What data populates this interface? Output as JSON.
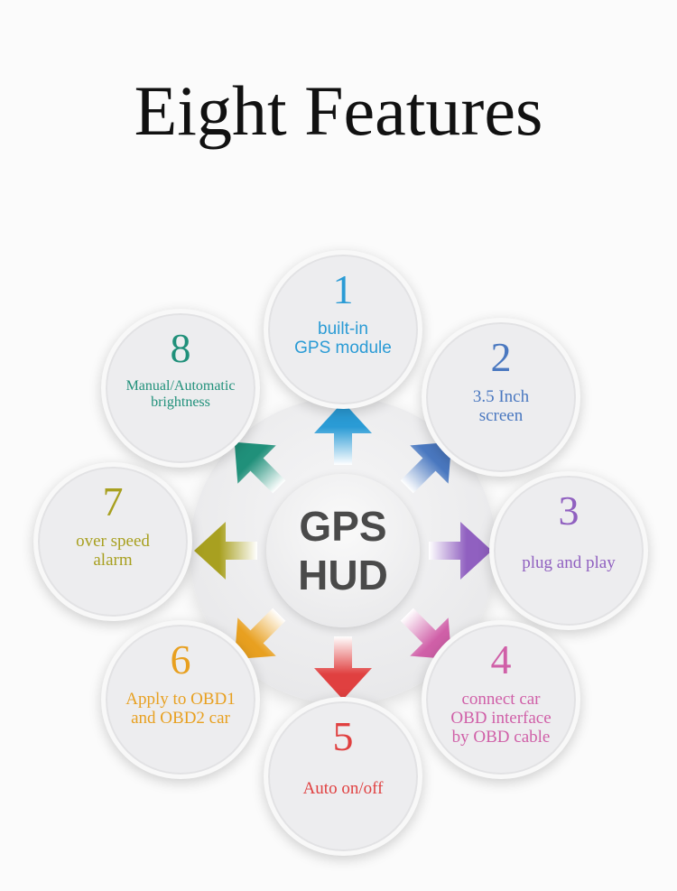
{
  "title": "Eight Features",
  "center": {
    "line1": "GPS",
    "line2": "HUD"
  },
  "features": [
    {
      "number": "1",
      "lines": [
        "built-in",
        "GPS module"
      ],
      "color": "#2a9bd5"
    },
    {
      "number": "2",
      "lines": [
        "3.5 Inch",
        "screen"
      ],
      "color": "#4a78c0"
    },
    {
      "number": "3",
      "lines": [
        "plug and play"
      ],
      "color": "#9060c0"
    },
    {
      "number": "4",
      "lines": [
        "connect car",
        "OBD interface",
        "by OBD cable"
      ],
      "color": "#d060a8"
    },
    {
      "number": "5",
      "lines": [
        "Auto on/off"
      ],
      "color": "#e04040"
    },
    {
      "number": "6",
      "lines": [
        "Apply to OBD1",
        "and OBD2 car"
      ],
      "color": "#e8a020"
    },
    {
      "number": "7",
      "lines": [
        "over speed",
        "alarm"
      ],
      "color": "#a8a020"
    },
    {
      "number": "8",
      "lines": [
        "Manual/Automatic",
        "brightness"
      ],
      "color": "#20907a"
    }
  ]
}
